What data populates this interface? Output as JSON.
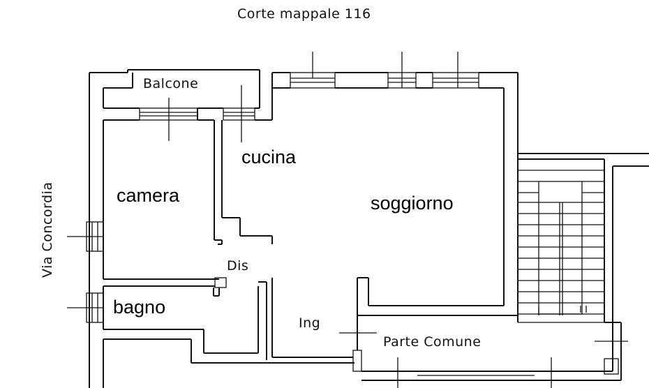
{
  "plan": {
    "top_label": "Corte mappale 116",
    "street_label": "Via Concordia",
    "rooms": {
      "balcone": "Balcone",
      "cucina": "cucina",
      "camera": "camera",
      "soggiorno": "soggiorno",
      "dis": "Dis",
      "bagno": "bagno",
      "ing": "Ing",
      "parte_comune": "Parte Comune"
    }
  }
}
